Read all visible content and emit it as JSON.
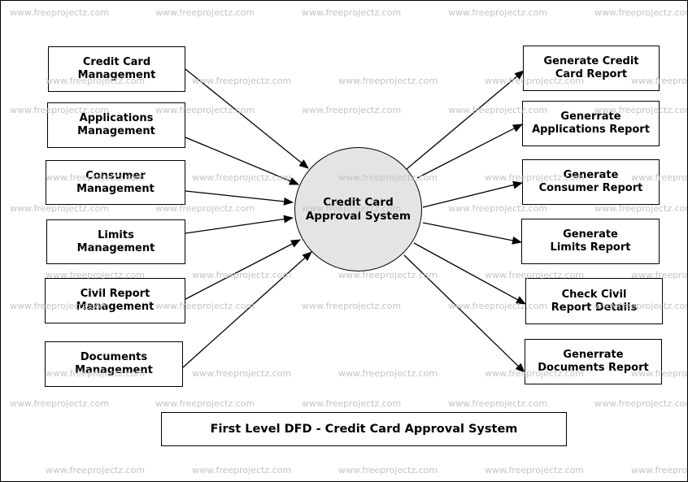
{
  "watermark": "www.freeprojectz.com",
  "process": {
    "label": "Credit Card\nApproval System"
  },
  "inputs": [
    {
      "label": "Credit Card\nManagement"
    },
    {
      "label": "Applications\nManagement"
    },
    {
      "label": "Consumer\nManagement"
    },
    {
      "label": "Limits\nManagement"
    },
    {
      "label": "Civil Report\nManagement"
    },
    {
      "label": "Documents\nManagement"
    }
  ],
  "outputs": [
    {
      "label": "Generate Credit\nCard Report"
    },
    {
      "label": "Generrate\nApplications Report"
    },
    {
      "label": "Generate\nConsumer Report"
    },
    {
      "label": "Generate\nLimits Report"
    },
    {
      "label": "Check Civil\nReport Details"
    },
    {
      "label": "Generrate\nDocuments Report"
    }
  ],
  "caption": "First Level DFD - Credit Card Approval System"
}
